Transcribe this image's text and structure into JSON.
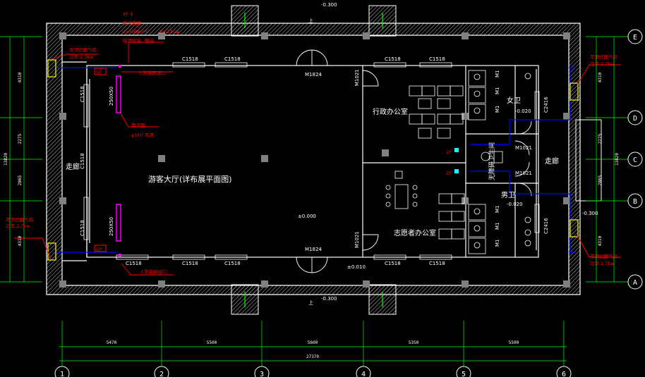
{
  "colors": {
    "background": "#000000",
    "wall": "#ffffff",
    "hatch": "#bdbdbd",
    "column": "#808080",
    "axis": "#00ff00",
    "dim_text": "#ffffff",
    "duct": "#0000ff",
    "annotation": "#ff0000",
    "fixture": "#ffffff",
    "fan": "#ffff00",
    "vent": "#ff00ff",
    "valve": "#00ffff"
  },
  "rooms": {
    "hall": "游客大厅(详布展平面图)",
    "admin_office": "行政办公室",
    "volunteer_office": "志愿者办公室",
    "corridor_left": "走廊",
    "corridor_right": "走廊",
    "womens_wc": "女卫",
    "mens_wc": "男卫",
    "accessible_wc": "无障碍卫生间"
  },
  "levels": {
    "top_outdoor": "-0.300",
    "bottom_outdoor": "-0.300",
    "hall_floor": "±0.000",
    "entrance": "±0.010",
    "womens_wc": "-0.020",
    "mens_wc": "-0.020",
    "right_step": "-0.300"
  },
  "doors": {
    "top_main": "M1824",
    "bottom_main": "M1824",
    "admin": "M1021",
    "volunteer": "M1021",
    "accessible_1": "M1021",
    "accessible_2": "M1021"
  },
  "windows": {
    "label": "C1518",
    "side": "C1518",
    "wc": "C2416"
  },
  "arrows": {
    "up": "上"
  },
  "stalls": [
    "M1",
    "M1",
    "M1",
    "M1",
    "M1",
    "M1"
  ],
  "hvac": {
    "unit_tag": "XF-1",
    "unit_lines": [
      "新风机组",
      "L=450m³/h",
      "N=120w",
      "吸顶安装",
      "静音"
    ],
    "duct_top": "250X50",
    "duct_bottom": "250X50",
    "return_top": "人防新风接口",
    "return_bottom": "人防新风接口",
    "diffuser_note_1": "散流器",
    "diffuser_note_2": "φ150 吊顶",
    "fan_tag": "SP",
    "fan_tag_2": "SP",
    "fan_label_tl": "吊顶式换气扇",
    "fan_label_tl_2": "功率 2.7kw",
    "fan_label_bl": "吊顶式换气扇",
    "fan_label_bl_2": "功率 2.7kw",
    "fan_label_tr": "吊顶式换气扇",
    "fan_label_tr_2": "功率 2.7kw",
    "fan_label_br": "吊顶式换气扇",
    "fan_label_br_2": "功率 2.7kw",
    "exhaust_top": "2F",
    "exhaust_bottom": "2F"
  },
  "grid": {
    "columns": [
      "1",
      "2",
      "3",
      "4",
      "5",
      "6"
    ],
    "rows": [
      "A",
      "B",
      "C",
      "D",
      "E"
    ],
    "bay_dims": [
      "5470",
      "5500",
      "5600",
      "5350",
      "5500"
    ],
    "total_dim": "27370",
    "left_dims": [
      "4310",
      "2275",
      "2865",
      "4310"
    ],
    "left_total": "13820",
    "right_dims": [
      "4310",
      "2275",
      "2865",
      "4310"
    ],
    "right_total": "13820"
  }
}
